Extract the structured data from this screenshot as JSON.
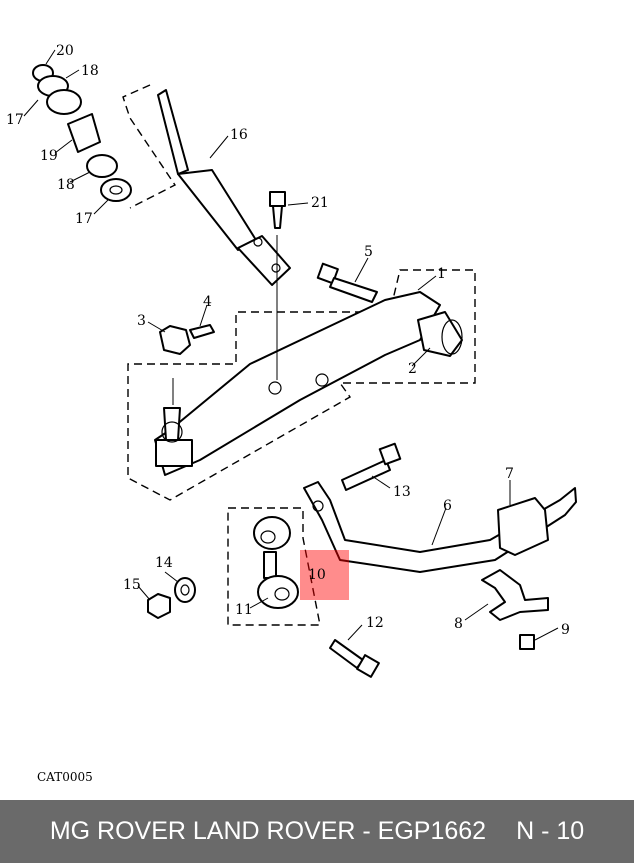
{
  "diagram": {
    "callouts": [
      "1",
      "2",
      "3",
      "4",
      "5",
      "6",
      "7",
      "8",
      "9",
      "10",
      "11",
      "12",
      "13",
      "14",
      "15",
      "16",
      "17",
      "17",
      "18",
      "18",
      "19",
      "20",
      "21"
    ],
    "highlight_color": "#ff0000",
    "code": "CAT0005"
  },
  "footer": {
    "title": "MG ROVER LAND ROVER - EGP1662",
    "page": "N - 10",
    "background": "#6a6a6a"
  }
}
